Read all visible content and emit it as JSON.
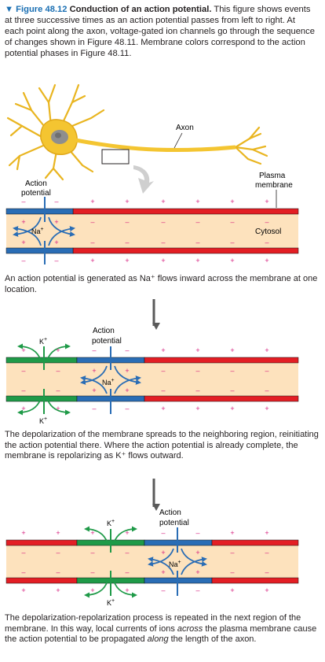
{
  "caption": {
    "figure_label": "▼ Figure 48.12",
    "title": "Conduction of an action potential.",
    "body": "This figure shows events at three successive times as an action potential passes from left to right. At each point along the axon, voltage-gated ion channels go through the sequence of changes shown in Figure 48.11. Membrane colors correspond to the action potential phases in Figure 48.11."
  },
  "neuron": {
    "axon_label": "Axon"
  },
  "panel1": {
    "action_potential_label": [
      "Action",
      "potential"
    ],
    "plasma_membrane_label": [
      "Plasma",
      "membrane"
    ],
    "na_label": "Na",
    "cytosol_label": "Cytosol",
    "caption_text": "An action potential is generated as Na⁺ flows inward across the membrane at one location."
  },
  "panel2": {
    "action_potential_label": [
      "Action",
      "potential"
    ],
    "k_label": "K",
    "na_label": "Na",
    "caption_text": "The depolarization of the membrane spreads to the neighboring region, reinitiating the action potential there. Where the action potential is already complete, the membrane is repolarizing as K⁺ flows outward."
  },
  "panel3": {
    "action_potential_label": [
      "Action",
      "potential"
    ],
    "k_label": "K",
    "na_label": "Na",
    "caption_text_1": "The depolarization-repolarization process is repeated in the next region of the membrane. In this way, local currents of ions ",
    "caption_em_1": "across",
    "caption_text_2": " the plasma membrane cause the action potential to be propagated ",
    "caption_em_2": "along",
    "caption_text_3": " the length of the axon."
  },
  "signs": {
    "plus": "+",
    "minus": "–",
    "superscript_plus": "+"
  },
  "colors": {
    "resting_membrane": "#e31e24",
    "depolarized_membrane": "#2a6db5",
    "repolarizing_membrane": "#1f9a48",
    "cytosol": "#fde2bd",
    "sign_pink": "#d6207f",
    "na_arrow": "#2a6db5",
    "k_arrow": "#1f9a48",
    "neuron": "#f4c531",
    "caption_blue": "#1a6fb3"
  }
}
